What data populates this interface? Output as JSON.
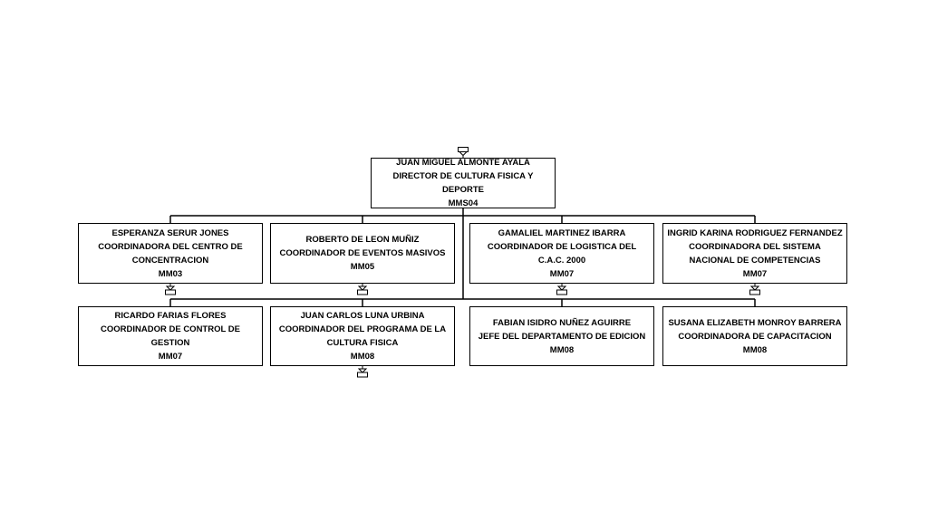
{
  "org_chart": {
    "root": {
      "name": "JUAN MIGUEL ALMONTE AYALA",
      "title": "DIRECTOR DE CULTURA FISICA Y DEPORTE",
      "code": "MMS04"
    },
    "level1": [
      {
        "name": "ESPERANZA SERUR JONES",
        "title": "COORDINADORA DEL CENTRO DE CONCENTRACION",
        "code": "MM03"
      },
      {
        "name": "ROBERTO DE LEON MUÑIZ",
        "title": "COORDINADOR DE EVENTOS MASIVOS",
        "code": "MM05"
      },
      {
        "name": "GAMALIEL MARTINEZ IBARRA",
        "title": "COORDINADOR DE LOGISTICA DEL C.A.C. 2000",
        "code": "MM07"
      },
      {
        "name": "INGRID KARINA RODRIGUEZ FERNANDEZ",
        "title": "COORDINADORA DEL SISTEMA NACIONAL DE COMPETENCIAS",
        "code": "MM07"
      }
    ],
    "level2": [
      {
        "name": "RICARDO FARIAS FLORES",
        "title": "COORDINADOR DE CONTROL DE GESTION",
        "code": "MM07"
      },
      {
        "name": "JUAN CARLOS LUNA URBINA",
        "title": "COORDINADOR DEL PROGRAMA DE LA CULTURA FISICA",
        "code": "MM08"
      },
      {
        "name": "FABIAN ISIDRO NUÑEZ AGUIRRE",
        "title": "JEFE DEL DEPARTAMENTO DE EDICION",
        "code": "MM08"
      },
      {
        "name": "SUSANA ELIZABETH MONROY BARRERA",
        "title": "COORDINADORA DE CAPACITACION",
        "code": "MM08"
      }
    ]
  }
}
